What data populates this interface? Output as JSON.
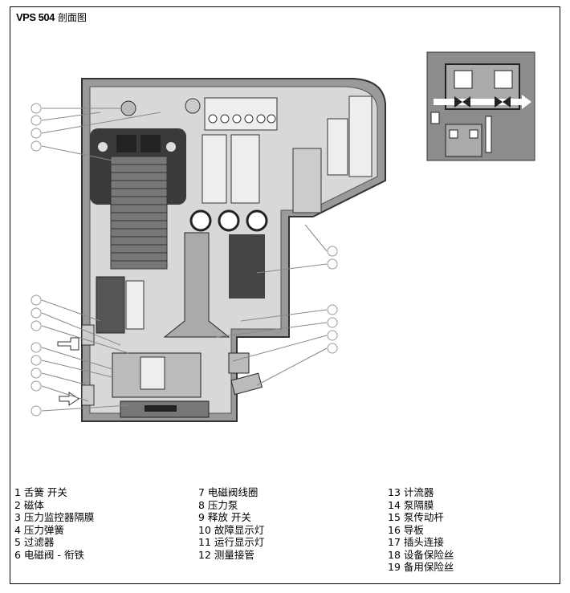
{
  "title": {
    "model": "VPS 504",
    "subtitle": "剖面图"
  },
  "legend": {
    "col1": [
      "1 舌簧 开关",
      "2 磁体",
      "3 压力监控器隔膜",
      "4 压力弹簧",
      "5 过滤器",
      "6 电磁阀 - 衔铁"
    ],
    "col2": [
      "7 电磁阀线圈",
      "8 压力泵",
      "9 释放 开关",
      "10 故障显示灯",
      "11 运行显示灯",
      "12 测量接管"
    ],
    "col3": [
      "13 计流器",
      "14 泵隔膜",
      "15 泵传动杆",
      "16 导板",
      "17 插头连接",
      "18 设备保险丝",
      "19 备用保险丝"
    ]
  }
}
